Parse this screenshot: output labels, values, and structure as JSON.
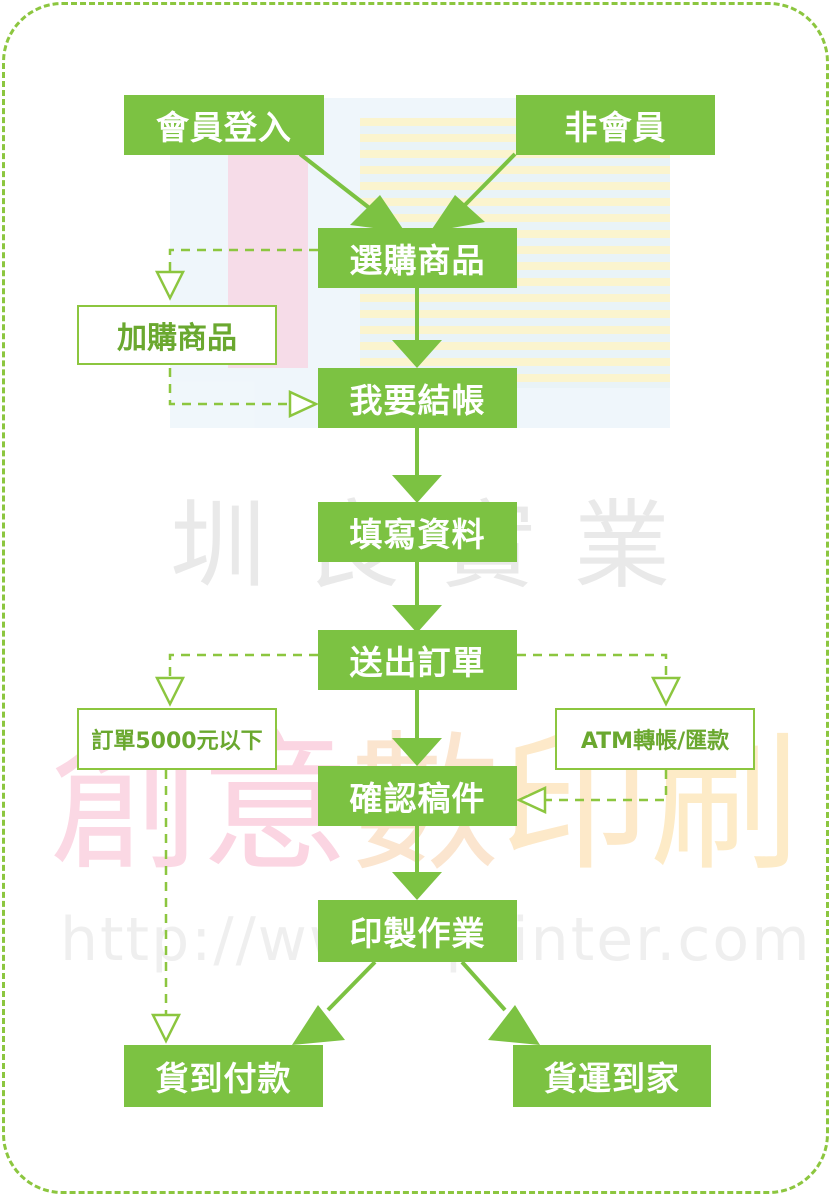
{
  "watermark": {
    "logo_chars": [
      "圳",
      "良",
      "實",
      "業"
    ],
    "brand_chars": [
      "創",
      "意",
      "數",
      "印",
      "刷"
    ],
    "url": "http://www.iprinter.com"
  },
  "flow": {
    "member_login": "會員登入",
    "non_member": "非會員",
    "select_products": "選購商品",
    "add_products": "加購商品",
    "checkout": "我要結帳",
    "fill_info": "填寫資料",
    "submit_order": "送出訂單",
    "under_5000": "訂單5000元以下",
    "atm_transfer": "ATM轉帳/匯款",
    "confirm_draft": "確認稿件",
    "printing": "印製作業",
    "cash_on_delivery": "貨到付款",
    "home_delivery": "貨運到家"
  },
  "colors": {
    "accent": "#7cc242",
    "outline": "#8cc63f"
  }
}
